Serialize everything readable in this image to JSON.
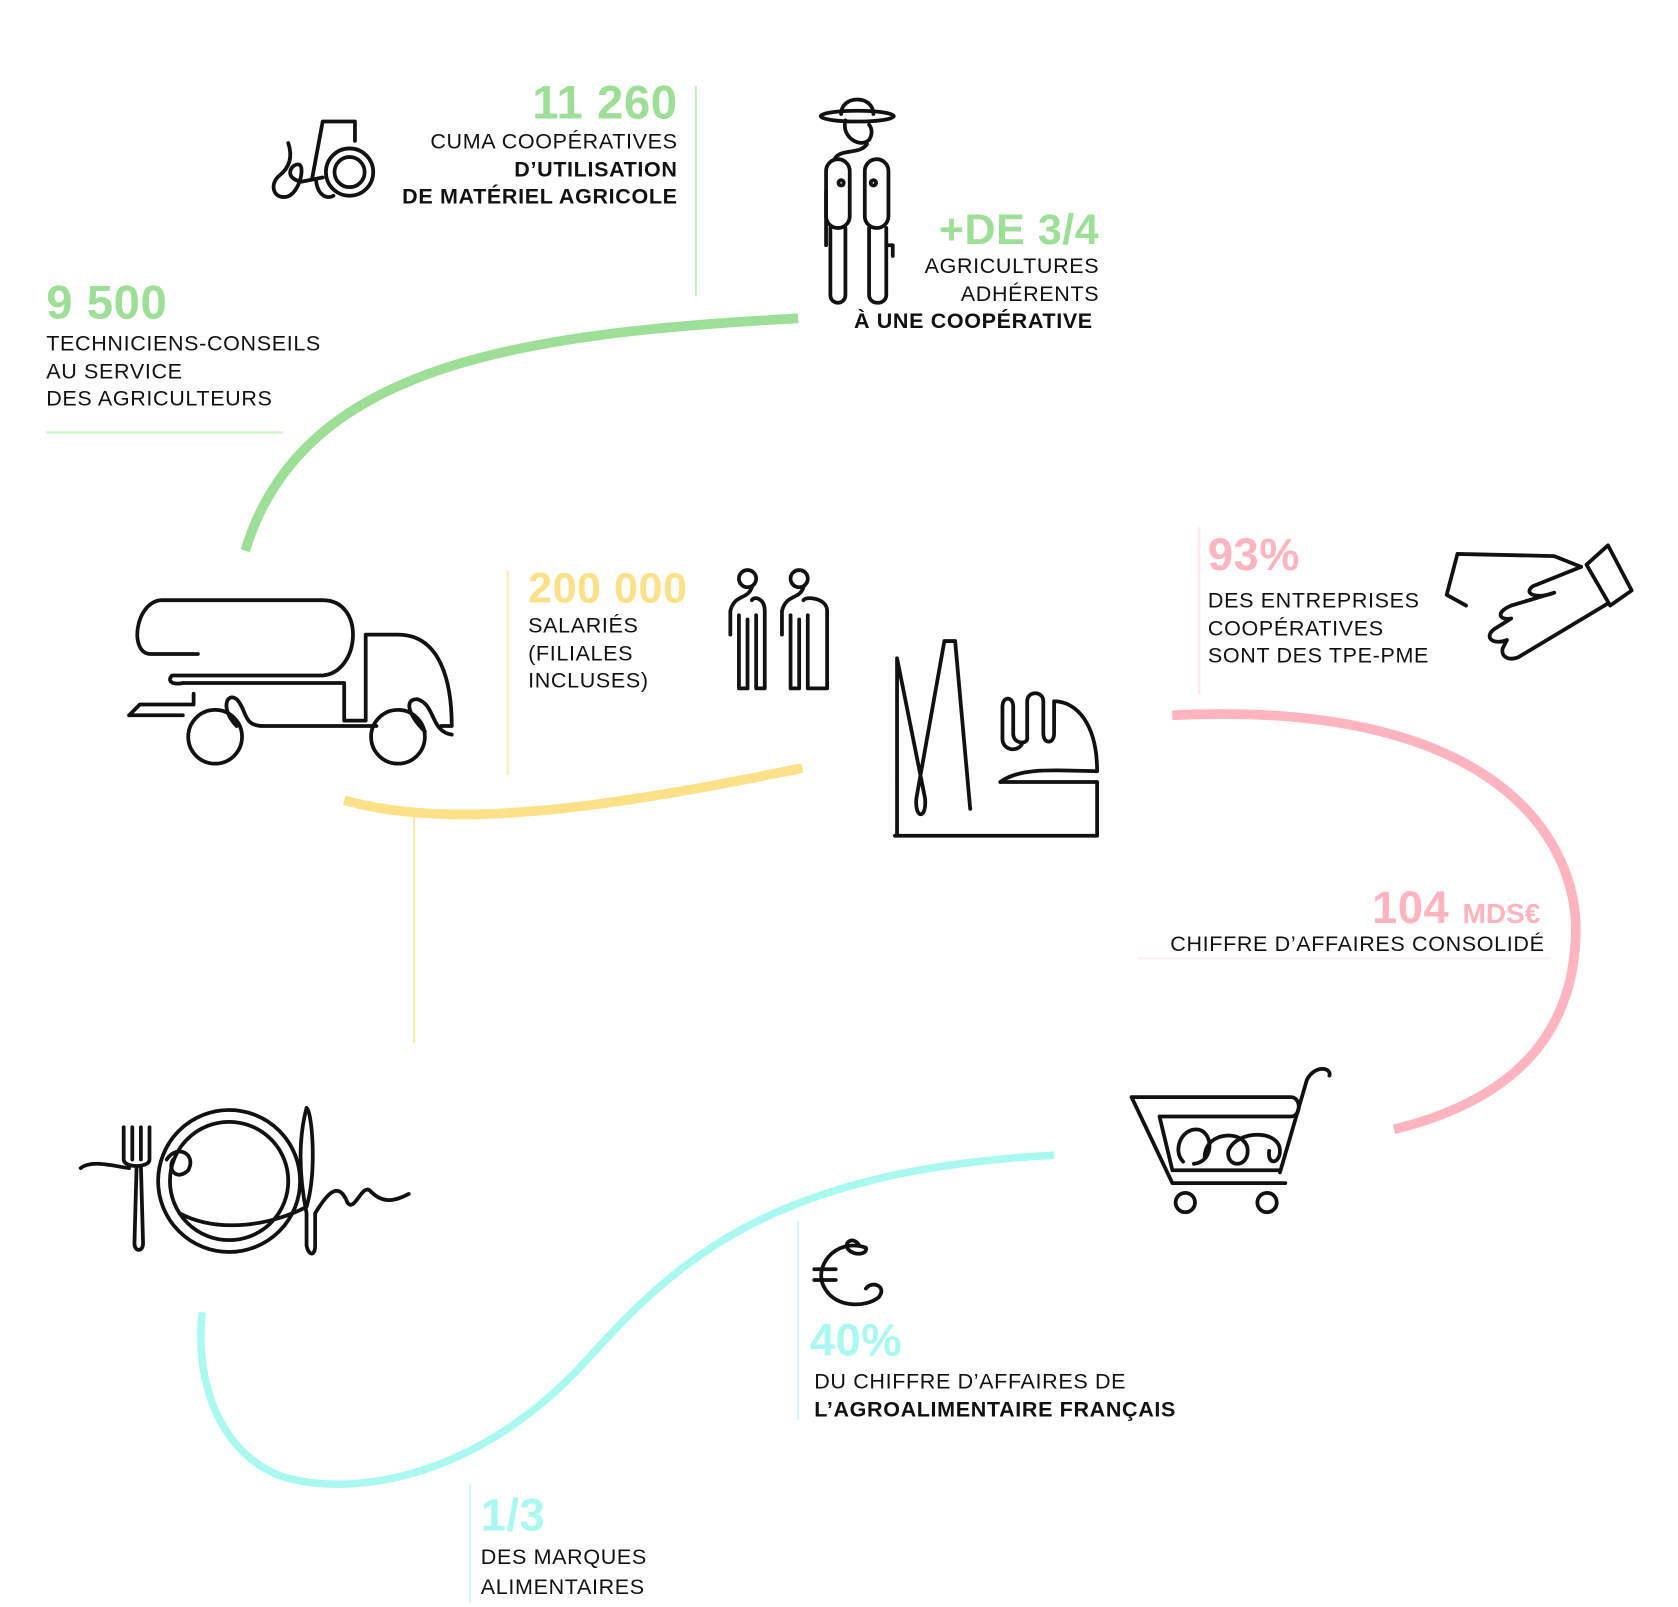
{
  "colors": {
    "green": "#9edf97",
    "yellow": "#fde188",
    "pink": "#ffb4c0",
    "cyan": "#a9f9f1",
    "text": "#111111"
  },
  "stats": {
    "cuma": {
      "value": "11 260",
      "lines": [
        "CUMA COOPÉRATIVES",
        "D’UTILISATION",
        "DE MATÉRIEL AGRICOLE"
      ],
      "icon": "tractor-icon"
    },
    "farmers": {
      "value": "+DE 3/4",
      "lines": [
        "AGRICULTURES",
        "ADHÉRENTS",
        "À UNE COOPÉRATIVE"
      ],
      "icon": "farmer-icon"
    },
    "technicians": {
      "value": "9 500",
      "lines": [
        "TECHNICIENS-CONSEILS",
        "AU SERVICE",
        "DES AGRICULTEURS"
      ]
    },
    "employees": {
      "value": "200 000",
      "lines": [
        "SALARIÉS",
        "(FILIALES",
        "INCLUSES)"
      ],
      "icon": "workers-icon"
    },
    "sme": {
      "value": "93%",
      "lines": [
        "DES ENTREPRISES",
        "COOPÉRATIVES",
        "SONT DES TPE-PME"
      ],
      "icon": "handshake-icon"
    },
    "revenue": {
      "value": "104",
      "unit": "MDS€",
      "lines": [
        "CHIFFRE D’AFFAIRES CONSOLIDÉ"
      ]
    },
    "agrifood": {
      "value": "40%",
      "lines": [
        "DU CHIFFRE D’AFFAIRES DE",
        "L’AGROALIMENTAIRE FRANÇAIS"
      ],
      "icon": "euro-icon"
    },
    "brands": {
      "value": "1/3",
      "lines": [
        "DES MARQUES",
        "ALIMENTAIRES"
      ]
    }
  }
}
